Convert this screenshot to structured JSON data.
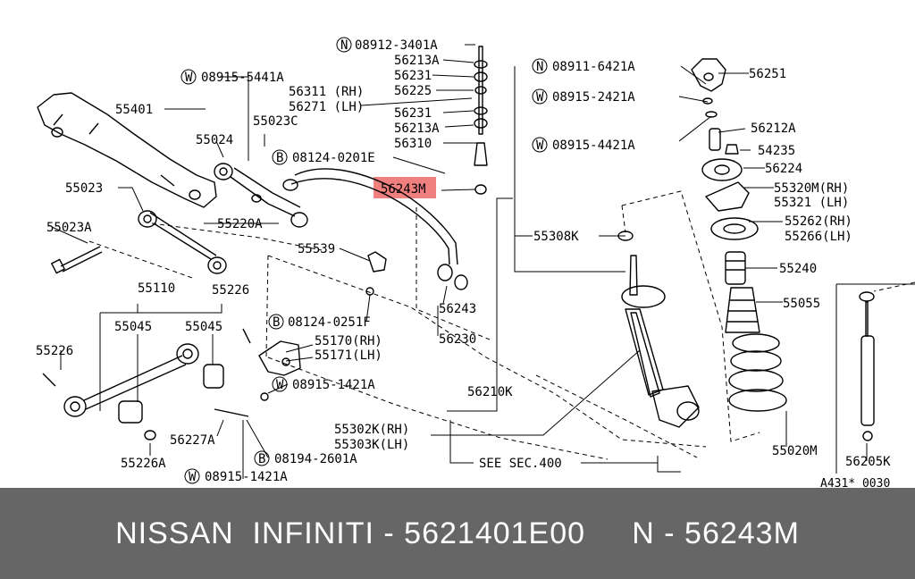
{
  "diagram": {
    "highlight_color": "#f08080",
    "labels": [
      {
        "id": "n08912",
        "prefix": "N",
        "text": "08912-3401A"
      },
      {
        "id": "p56213a_1",
        "text": "56213A"
      },
      {
        "id": "p56231_1",
        "text": "56231"
      },
      {
        "id": "p56225",
        "text": "56225"
      },
      {
        "id": "p56311",
        "text": "56311 (RH)"
      },
      {
        "id": "p56271",
        "text": "56271 (LH)"
      },
      {
        "id": "p56231_2",
        "text": "56231"
      },
      {
        "id": "p56213a_2",
        "text": "56213A"
      },
      {
        "id": "p56310",
        "text": "56310"
      },
      {
        "id": "b08124a",
        "prefix": "B",
        "text": "08124-0201E"
      },
      {
        "id": "p56243m",
        "text": "56243M"
      },
      {
        "id": "w08915_5441",
        "prefix": "W",
        "text": "08915-5441A"
      },
      {
        "id": "p55401",
        "text": "55401"
      },
      {
        "id": "p55023c",
        "text": "55023C"
      },
      {
        "id": "p55024",
        "text": "55024"
      },
      {
        "id": "p55023",
        "text": "55023"
      },
      {
        "id": "p55220a",
        "text": "55220A"
      },
      {
        "id": "p55023a",
        "text": "55023A"
      },
      {
        "id": "p55539",
        "text": "55539"
      },
      {
        "id": "p55110",
        "text": "55110"
      },
      {
        "id": "p55226_1",
        "text": "55226"
      },
      {
        "id": "p55045_1",
        "text": "55045"
      },
      {
        "id": "p55045_2",
        "text": "55045"
      },
      {
        "id": "b08124b",
        "prefix": "B",
        "text": "08124-0251F"
      },
      {
        "id": "p55170",
        "text": "55170(RH)"
      },
      {
        "id": "p55171",
        "text": "55171(LH)"
      },
      {
        "id": "p55226_2",
        "text": "55226"
      },
      {
        "id": "w08915_1421a",
        "prefix": "W",
        "text": "08915-1421A"
      },
      {
        "id": "p56243",
        "text": "56243"
      },
      {
        "id": "p56230",
        "text": "56230"
      },
      {
        "id": "p56210k",
        "text": "56210K"
      },
      {
        "id": "p55302k",
        "text": "55302K(RH)"
      },
      {
        "id": "p55303k",
        "text": "55303K(LH)"
      },
      {
        "id": "p56227a",
        "text": "56227A"
      },
      {
        "id": "p55226a",
        "text": "55226A"
      },
      {
        "id": "b08194",
        "prefix": "B",
        "text": "08194-2601A"
      },
      {
        "id": "w08915_1421b",
        "prefix": "W",
        "text": "08915-1421A"
      },
      {
        "id": "see_sec",
        "text": "SEE SEC.400"
      },
      {
        "id": "n08911",
        "prefix": "N",
        "text": "08911-6421A"
      },
      {
        "id": "w08915_2421",
        "prefix": "W",
        "text": "08915-2421A"
      },
      {
        "id": "w08915_4421",
        "prefix": "W",
        "text": "08915-4421A"
      },
      {
        "id": "p56251",
        "text": "56251"
      },
      {
        "id": "p56212a",
        "text": "56212A"
      },
      {
        "id": "p54235",
        "text": "54235"
      },
      {
        "id": "p56224",
        "text": "56224"
      },
      {
        "id": "p55320m",
        "text": "55320M(RH)"
      },
      {
        "id": "p55321",
        "text": "55321  (LH)"
      },
      {
        "id": "p55262",
        "text": "55262(RH)"
      },
      {
        "id": "p55266",
        "text": "55266(LH)"
      },
      {
        "id": "p55308k",
        "text": "55308K"
      },
      {
        "id": "p55240",
        "text": "55240"
      },
      {
        "id": "p55055",
        "text": "55055"
      },
      {
        "id": "p55020m",
        "text": "55020M"
      },
      {
        "id": "p56205k",
        "text": "56205K"
      },
      {
        "id": "code",
        "text": "A431* 0030"
      }
    ]
  },
  "footer": {
    "text": "NISSAN  INFINITI - 5621401E00     N - 56243M"
  }
}
